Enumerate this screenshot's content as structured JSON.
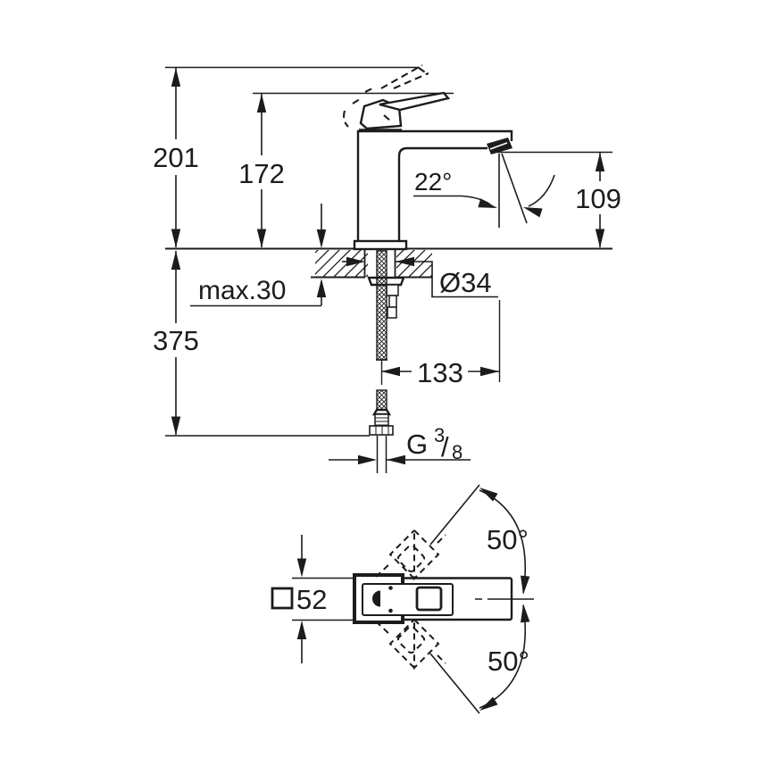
{
  "drawing": {
    "type": "technical-dimension-drawing",
    "background_color": "#ffffff",
    "line_color": "#1c1c1c",
    "side_view": {
      "overall_height": "201",
      "lever_tip_height": "172",
      "spout_angle": "22°",
      "outlet_height": "109",
      "max_counter_thickness": "max.30",
      "mounting_hole_diameter": "Ø34",
      "depth_below_counter": "375",
      "spout_reach": "133",
      "thread": {
        "g": "G",
        "numerator": "3",
        "slash": "/",
        "denominator": "8"
      }
    },
    "top_view": {
      "square_symbol": "□",
      "body_square_size": "52",
      "handle_swing_upper": "50°",
      "handle_swing_lower": "50°"
    }
  }
}
